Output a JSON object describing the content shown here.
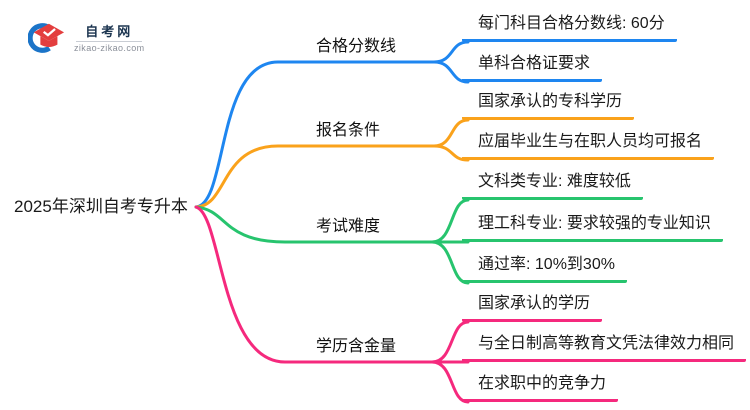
{
  "logo": {
    "site_name": "自考网",
    "site_url": "zikao-zikao.com",
    "icon_blue": "#1b74c8",
    "icon_red": "#e33e3e",
    "name_color": "#1c3550",
    "url_color": "#8a8f99"
  },
  "root": {
    "label": "2025年深圳自考专升本"
  },
  "branches": [
    {
      "label": "合格分数线",
      "color": "#1e86f0",
      "children": [
        {
          "label": "每门科目合格分数线: 60分"
        },
        {
          "label": "单科合格证要求"
        }
      ]
    },
    {
      "label": "报名条件",
      "color": "#faa21b",
      "children": [
        {
          "label": "国家承认的专科学历"
        },
        {
          "label": "应届毕业生与在职人员均可报名"
        }
      ]
    },
    {
      "label": "考试难度",
      "color": "#27c46e",
      "children": [
        {
          "label": "文科类专业: 难度较低"
        },
        {
          "label": "理工科专业: 要求较强的专业知识"
        },
        {
          "label": "通过率: 10%到30%"
        }
      ]
    },
    {
      "label": "学历含金量",
      "color": "#f5297d",
      "children": [
        {
          "label": "国家承认的学历"
        },
        {
          "label": "与全日制高等教育文凭法律效力相同"
        },
        {
          "label": "在求职中的竞争力"
        }
      ]
    }
  ]
}
